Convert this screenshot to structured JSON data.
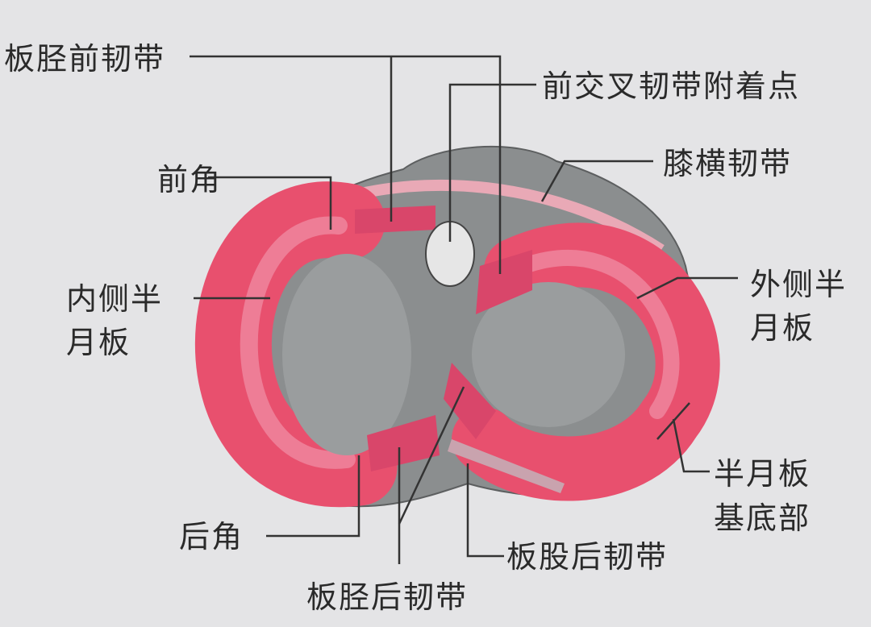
{
  "labels": {
    "ata": "板胫前韧带",
    "acl_attach": "前交叉韧带附着点",
    "anterior_horn": "前角",
    "transverse": "膝横韧带",
    "medial_1": "内侧半",
    "medial_2": "月板",
    "lateral_1": "外侧半",
    "lateral_2": "月板",
    "base_1": "半月板",
    "base_2": "基底部",
    "posterior_horn": "后角",
    "mfl": "板股后韧带",
    "ptl": "板胫后韧带"
  },
  "colors": {
    "meniscus": "#e8506e",
    "bone": "#8b8e8f",
    "background": "#e4e4e6"
  }
}
